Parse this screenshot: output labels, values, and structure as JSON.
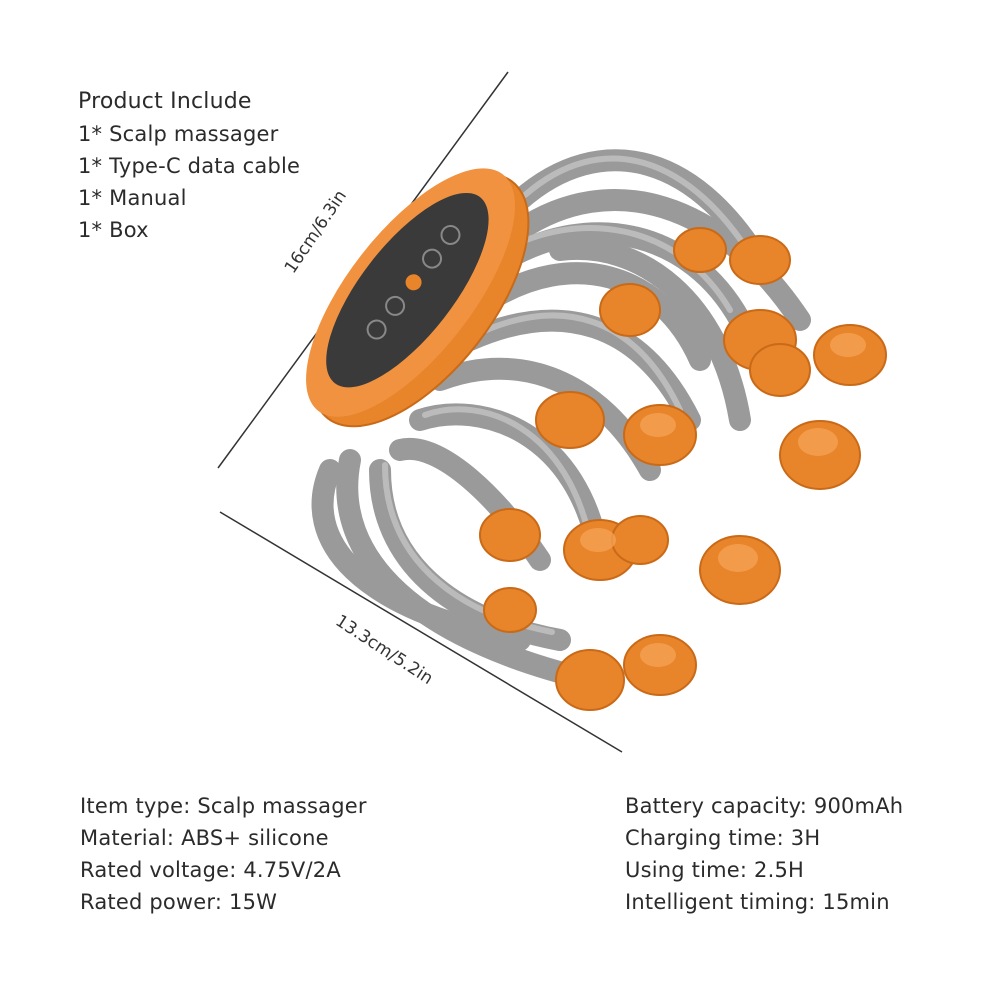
{
  "product_include": {
    "title": "Product Include",
    "items": [
      "1* Scalp massager",
      "1* Type-C data cable",
      "1* Manual",
      "1* Box"
    ]
  },
  "dimensions": {
    "height_label": "16cm/6.3in",
    "width_label": "13.3cm/5.2in"
  },
  "specs_left": [
    "Item type: Scalp massager",
    "Material: ABS+ silicone",
    "Rated voltage: 4.75V/2A",
    "Rated power: 15W"
  ],
  "specs_right": [
    "Battery capacity: 900mAh",
    "Charging time: 3H",
    "Using time: 2.5H",
    "Intelligent timing: 15min"
  ],
  "colors": {
    "body_orange": "#e8842a",
    "tip_orange": "#e9852c",
    "arm_gray": "#9c9c9c",
    "panel_dark": "#3a3a3a"
  }
}
